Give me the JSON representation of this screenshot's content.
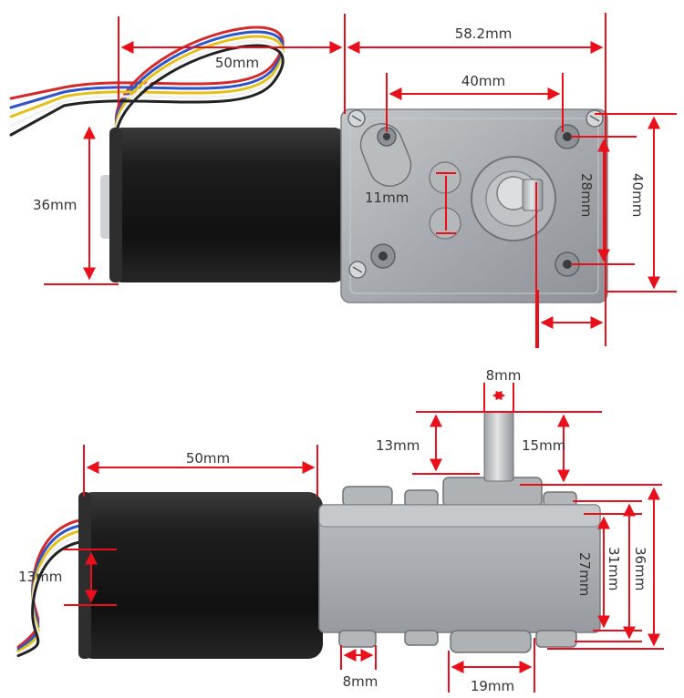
{
  "colors": {
    "dimension_line": "#e8101a",
    "label_text": "#333333",
    "motor_body": "#1b1b1b",
    "gearbox_metal": "#a9adb1",
    "shaft_metal": "#c9ccce"
  },
  "wire_colors": [
    "#d42a2a",
    "#2f55c8",
    "#e3c11a",
    "#f2f2f2",
    "#222222"
  ],
  "top_view": {
    "labels": {
      "overall_length": "58.2mm",
      "motor_length": "50mm",
      "hole_spacing": "40mm",
      "motor_diameter": "36mm",
      "boss_spacing": "11mm",
      "hole_vertical": "28mm",
      "box_height": "40mm"
    }
  },
  "side_view": {
    "labels": {
      "shaft_diameter": "8mm",
      "shaft_length_short": "13mm",
      "shaft_length_long": "15mm",
      "motor_length": "50mm",
      "endcap_height": "13mm",
      "gearbox_height_inner": "27mm",
      "gearbox_height_mid": "31mm",
      "gearbox_height_outer": "36mm",
      "foot_width": "8mm",
      "shaft_offset": "19mm"
    }
  }
}
